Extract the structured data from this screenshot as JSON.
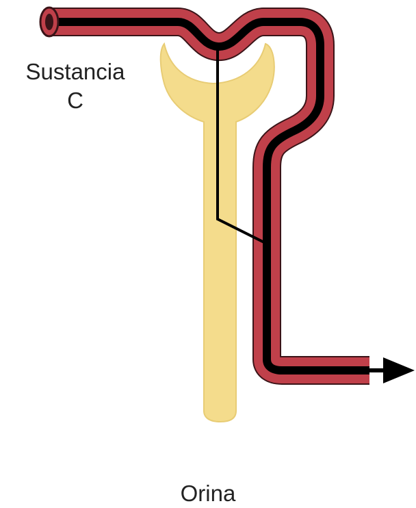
{
  "labels": {
    "substance_line1": "Sustancia",
    "substance_line2": "C",
    "urine": "Orina"
  },
  "colors": {
    "background": "#ffffff",
    "capillary_wall": "#c0404a",
    "capillary_outline": "#3a1418",
    "capillary_lumen": "#000000",
    "nephron_fill": "#f4dc8c",
    "nephron_outline": "#e8cc74",
    "flow_line": "#000000",
    "text": "#222222"
  },
  "icons": {
    "outflow": "arrow-right-icon"
  }
}
